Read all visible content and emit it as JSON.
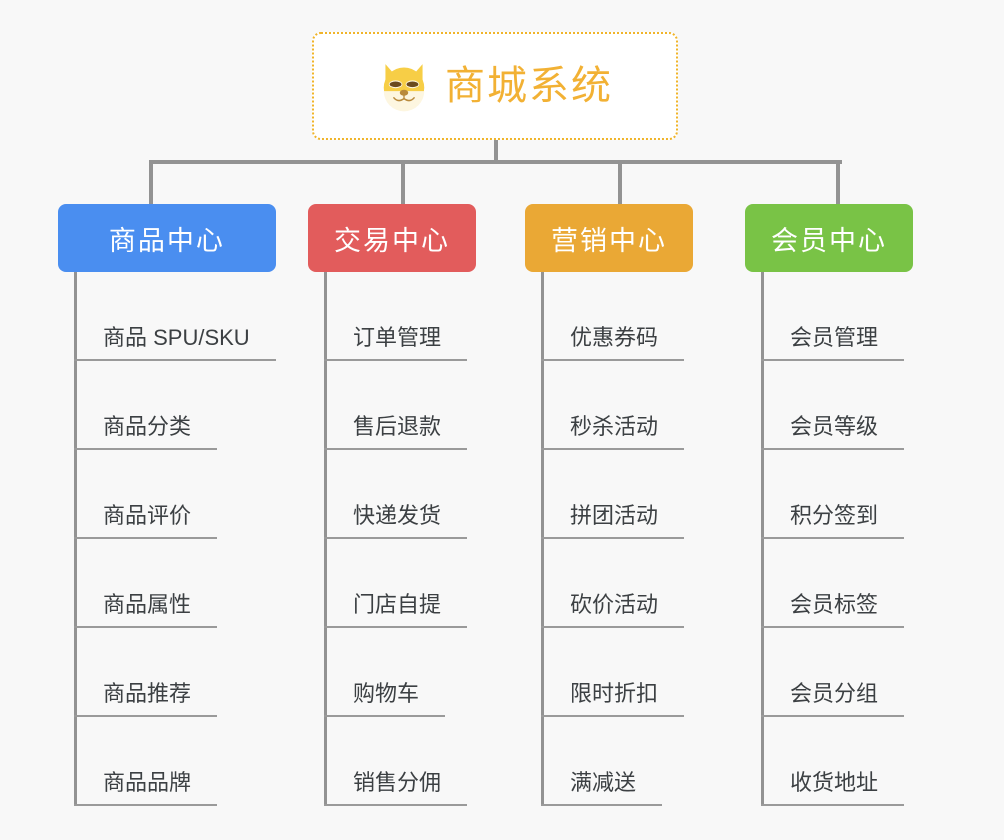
{
  "page": {
    "background_color": "#f8f8f8",
    "line_color": "#939393",
    "leaf_text_color": "#3c4043"
  },
  "root": {
    "title": "商城系统",
    "icon": "shiba-inu-dog-face-emoji",
    "text_color": "#f2b134",
    "border_color": "#f0b429",
    "background_color": "#ffffff"
  },
  "branches": [
    {
      "label": "商品中心",
      "color": "#4a8ef0",
      "items": [
        "商品 SPU/SKU",
        "商品分类",
        "商品评价",
        "商品属性",
        "商品推荐",
        "商品品牌"
      ]
    },
    {
      "label": "交易中心",
      "color": "#e25c5c",
      "items": [
        "订单管理",
        "售后退款",
        "快递发货",
        "门店自提",
        "购物车",
        "销售分佣"
      ]
    },
    {
      "label": "营销中心",
      "color": "#eaa835",
      "items": [
        "优惠券码",
        "秒杀活动",
        "拼团活动",
        "砍价活动",
        "限时折扣",
        "满减送"
      ]
    },
    {
      "label": "会员中心",
      "color": "#79c346",
      "items": [
        "会员管理",
        "会员等级",
        "积分签到",
        "会员标签",
        "会员分组",
        "收货地址"
      ]
    }
  ]
}
